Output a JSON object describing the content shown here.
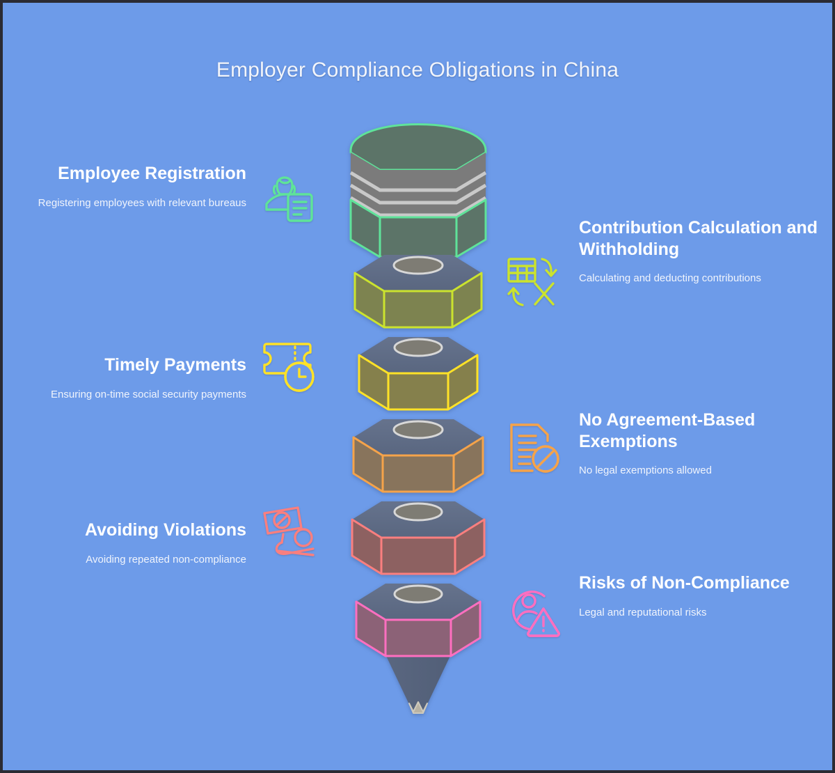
{
  "page": {
    "title": "Employer Compliance Obligations in China",
    "background_color": "#6d9be9",
    "title_color": "#f2f5fb"
  },
  "stages": [
    {
      "id": "employee-registration",
      "side": "left",
      "heading": "Employee Registration",
      "description": "Registering employees with relevant bureaus",
      "icon": "user-document-icon",
      "color": "#5fe39a"
    },
    {
      "id": "contribution-calculation-and-withholding",
      "side": "right",
      "heading": "Contribution Calculation and Withholding",
      "description": "Calculating and deducting contributions",
      "icon": "spreadsheet-exchange-icon",
      "color": "#cbe32e"
    },
    {
      "id": "timely-payments",
      "side": "left",
      "heading": "Timely Payments",
      "description": "Ensuring on-time social security payments",
      "icon": "ticket-clock-icon",
      "color": "#ffe227"
    },
    {
      "id": "no-agreement-based-exemptions",
      "side": "right",
      "heading": "No Agreement-Based Exemptions",
      "description": "No legal exemptions allowed",
      "icon": "document-prohibited-icon",
      "color": "#f5a34a"
    },
    {
      "id": "avoiding-violations",
      "side": "left",
      "heading": "Avoiding Violations",
      "description": "Avoiding repeated non-compliance",
      "icon": "sign-prohibited-hand-icon",
      "color": "#fa7f7f"
    },
    {
      "id": "risks-of-non-compliance",
      "side": "right",
      "heading": "Risks of Non-Compliance",
      "description": "Legal and reputational risks",
      "icon": "person-warning-icon",
      "color": "#ff6fc0"
    }
  ],
  "funnel": {
    "shape": "stacked-hexagonal-funnel",
    "layer_count": 6,
    "layer_colors": [
      "#5fe39a",
      "#cbe32e",
      "#ffe227",
      "#f5a34a",
      "#fa7f7f",
      "#ff6fc0"
    ],
    "top_face_color": "#5d6b85",
    "tip_color": "#5a6780"
  }
}
